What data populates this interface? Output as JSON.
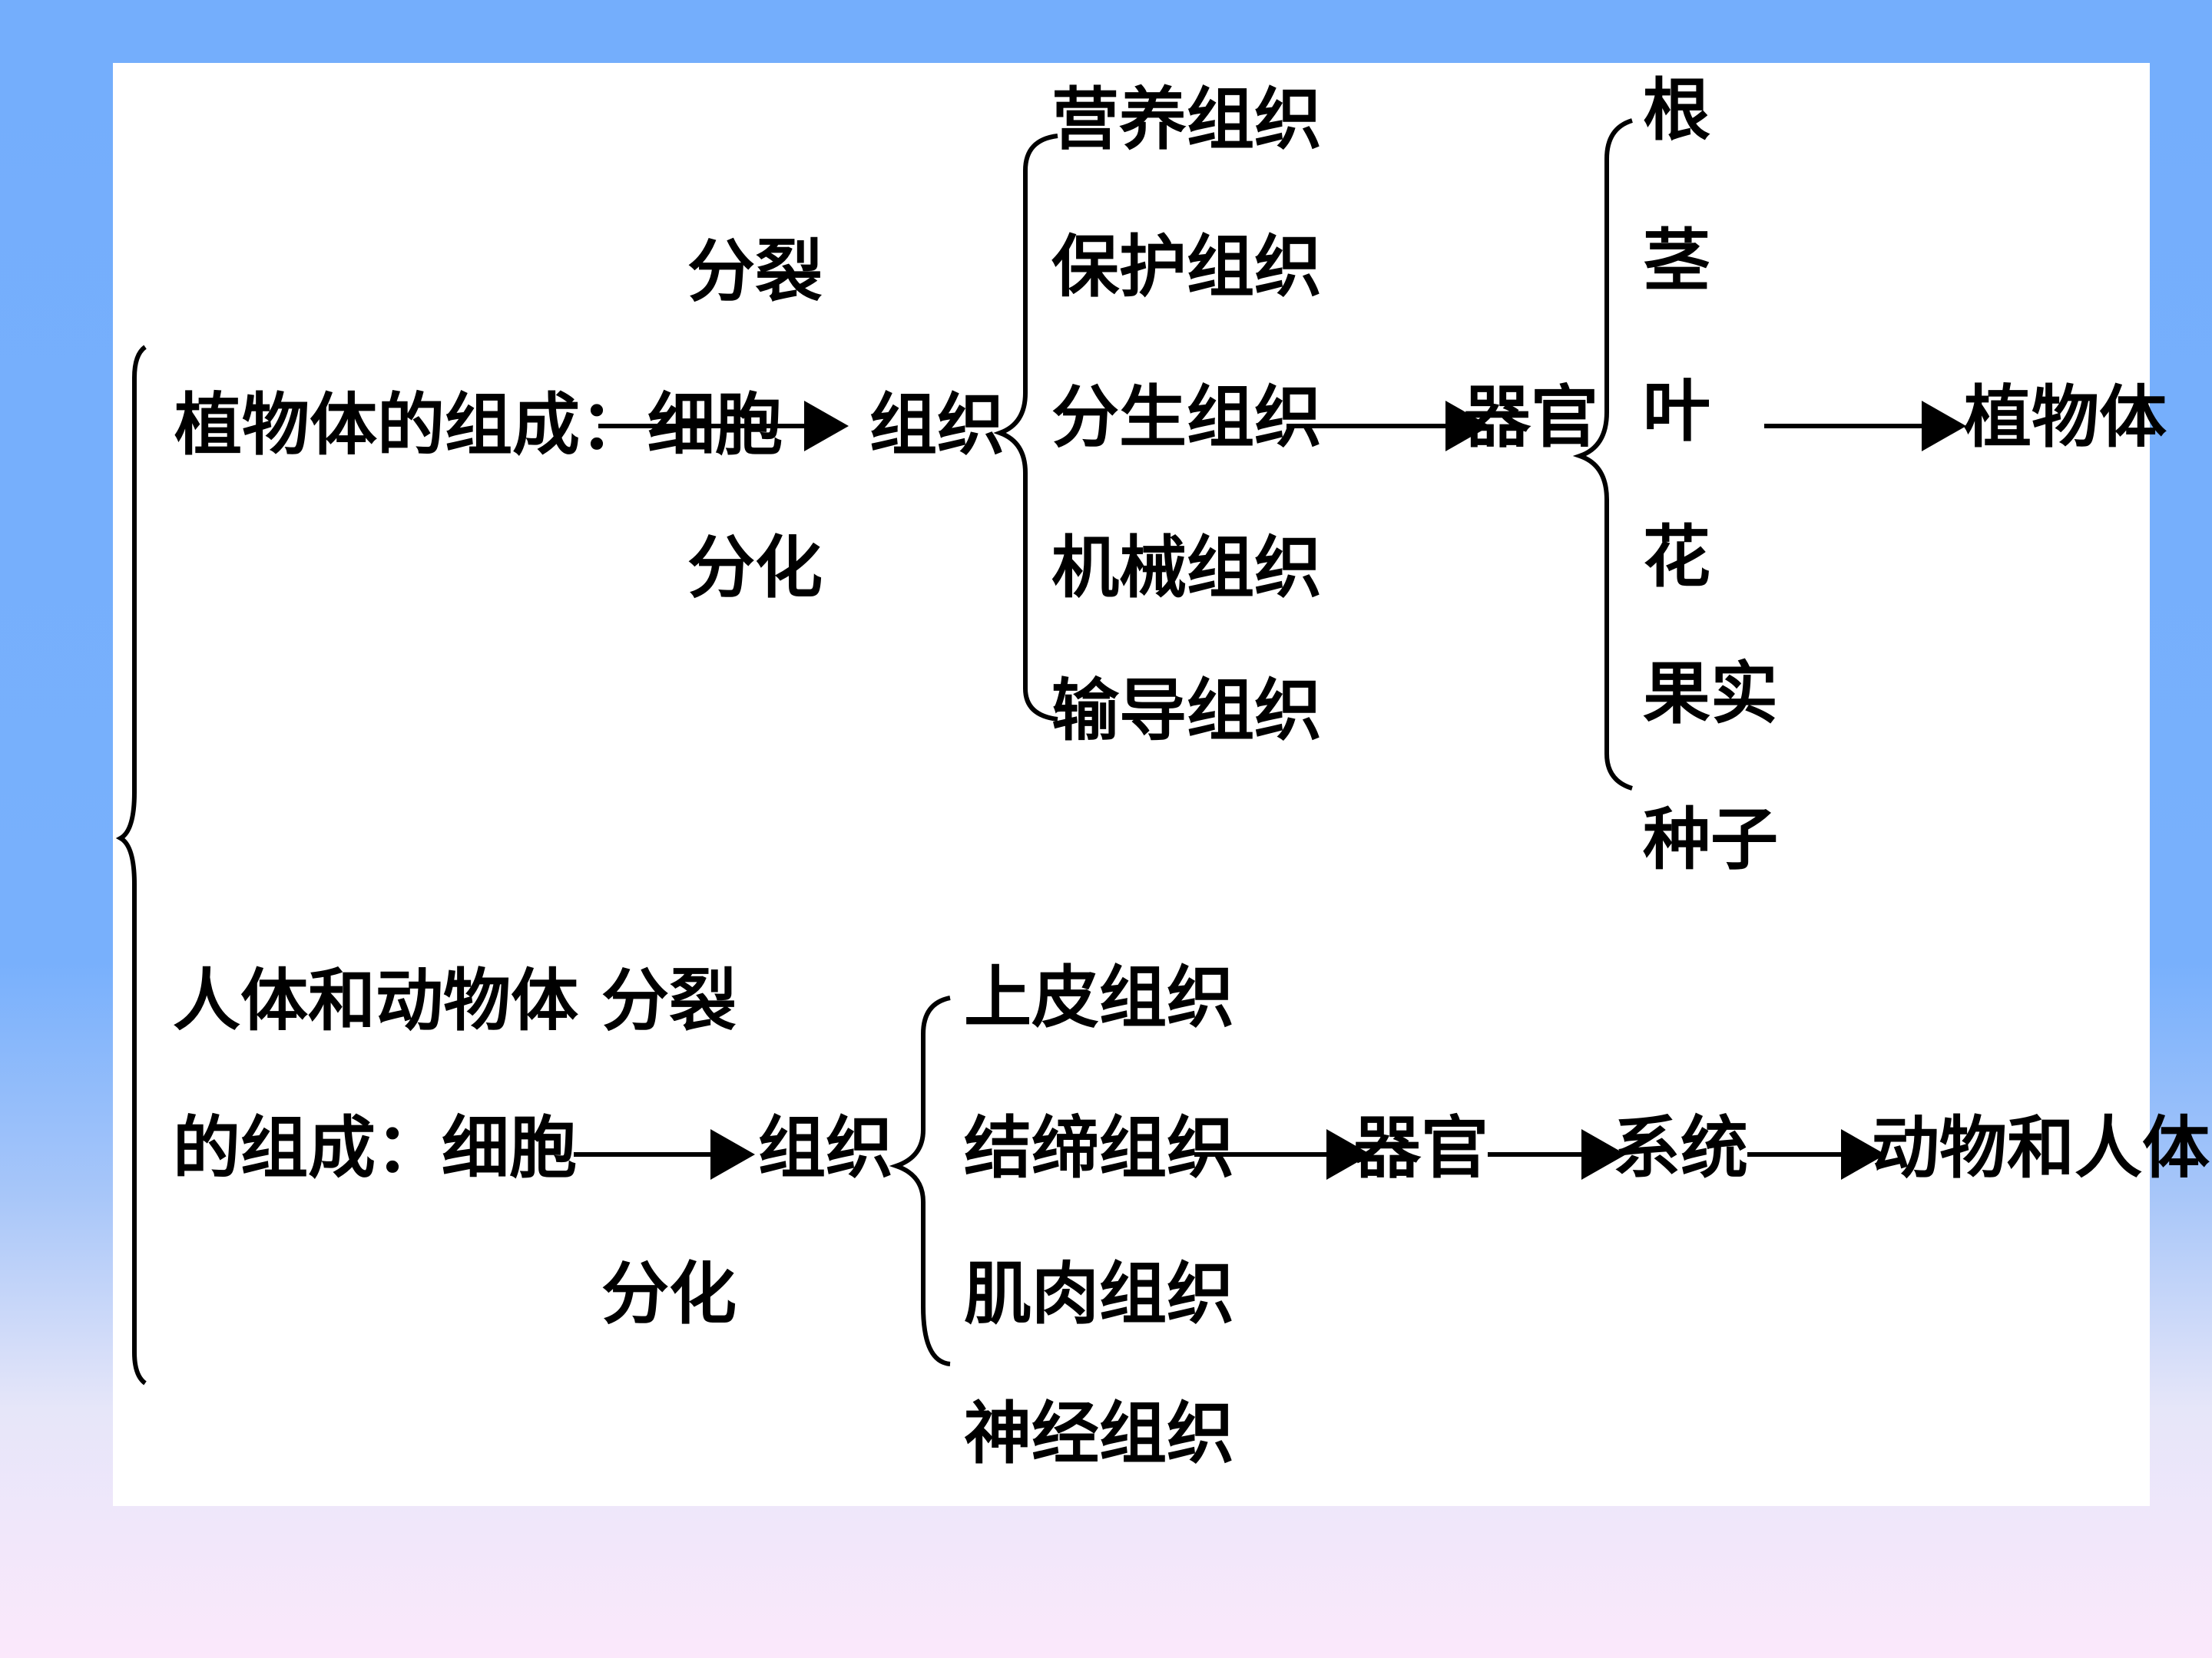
{
  "plant": {
    "title": "植物体的组成：细胞",
    "divide": "分裂",
    "differentiate": "分化",
    "tissue": "组织",
    "tissues": [
      "营养组织",
      "保护组织",
      "分生组织",
      "机械组织",
      "输导组织"
    ],
    "organ": "器官",
    "organs": [
      "根",
      "茎",
      "叶",
      "花",
      "果实",
      "种子"
    ],
    "result": "植物体"
  },
  "animal": {
    "title_line1": "人体和动物体",
    "title_line2": "的组成：",
    "cell": "细胞",
    "divide": "分裂",
    "differentiate": "分化",
    "tissue": "组织",
    "tissues": [
      "上皮组织",
      "结缔组织",
      "肌肉组织",
      "神经组织"
    ],
    "organ": "器官",
    "system": "系统",
    "result": "动物和人体"
  }
}
